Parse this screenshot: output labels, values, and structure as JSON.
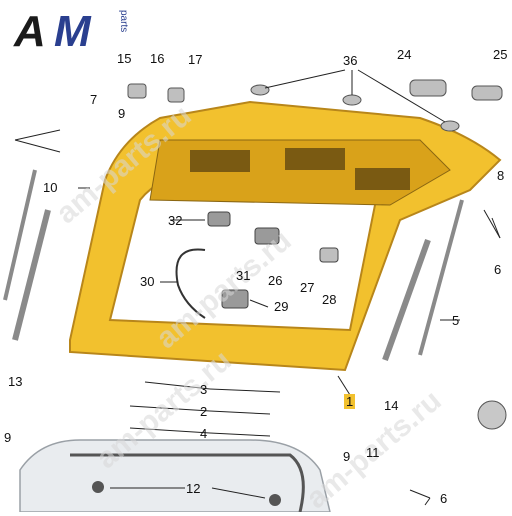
{
  "logo": {
    "brand_a": "A",
    "brand_m": "M",
    "brand_suffix": "parts"
  },
  "watermarks": [
    "am-parts.ru",
    "am-parts.ru",
    "am-parts.ru",
    "am-parts.ru"
  ],
  "callouts": [
    "1",
    "2",
    "3",
    "4",
    "5",
    "6",
    "6",
    "7",
    "8",
    "9",
    "9",
    "9",
    "10",
    "11",
    "12",
    "13",
    "14",
    "15",
    "16",
    "17",
    "24",
    "25",
    "26",
    "27",
    "28",
    "29",
    "30",
    "31",
    "32",
    "36"
  ],
  "colors": {
    "panel": "#f2c12e",
    "panel_dark": "#d9a21a",
    "line": "#222222",
    "part": "#bfbfbf",
    "highlight": "#f2c12e",
    "logo_dark": "#1a1a1a",
    "logo_blue": "#2a3f8f"
  }
}
